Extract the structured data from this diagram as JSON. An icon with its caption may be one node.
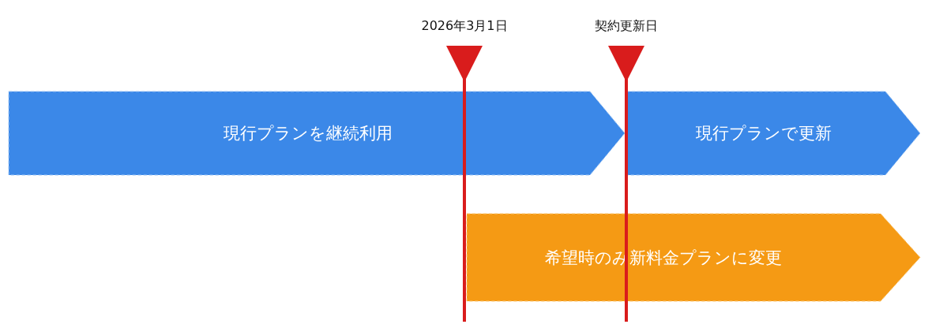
{
  "diagram": {
    "nodes": [
      {
        "text": [
          "現行プランを継続利用"
        ]
      },
      {
        "text": [
          "現行プランで更新"
        ]
      },
      {
        "text": [
          "希望時のみ新料金プランに変更"
        ]
      }
    ],
    "labels": [
      "2026年3月1日",
      "契約更新日"
    ]
  }
}
